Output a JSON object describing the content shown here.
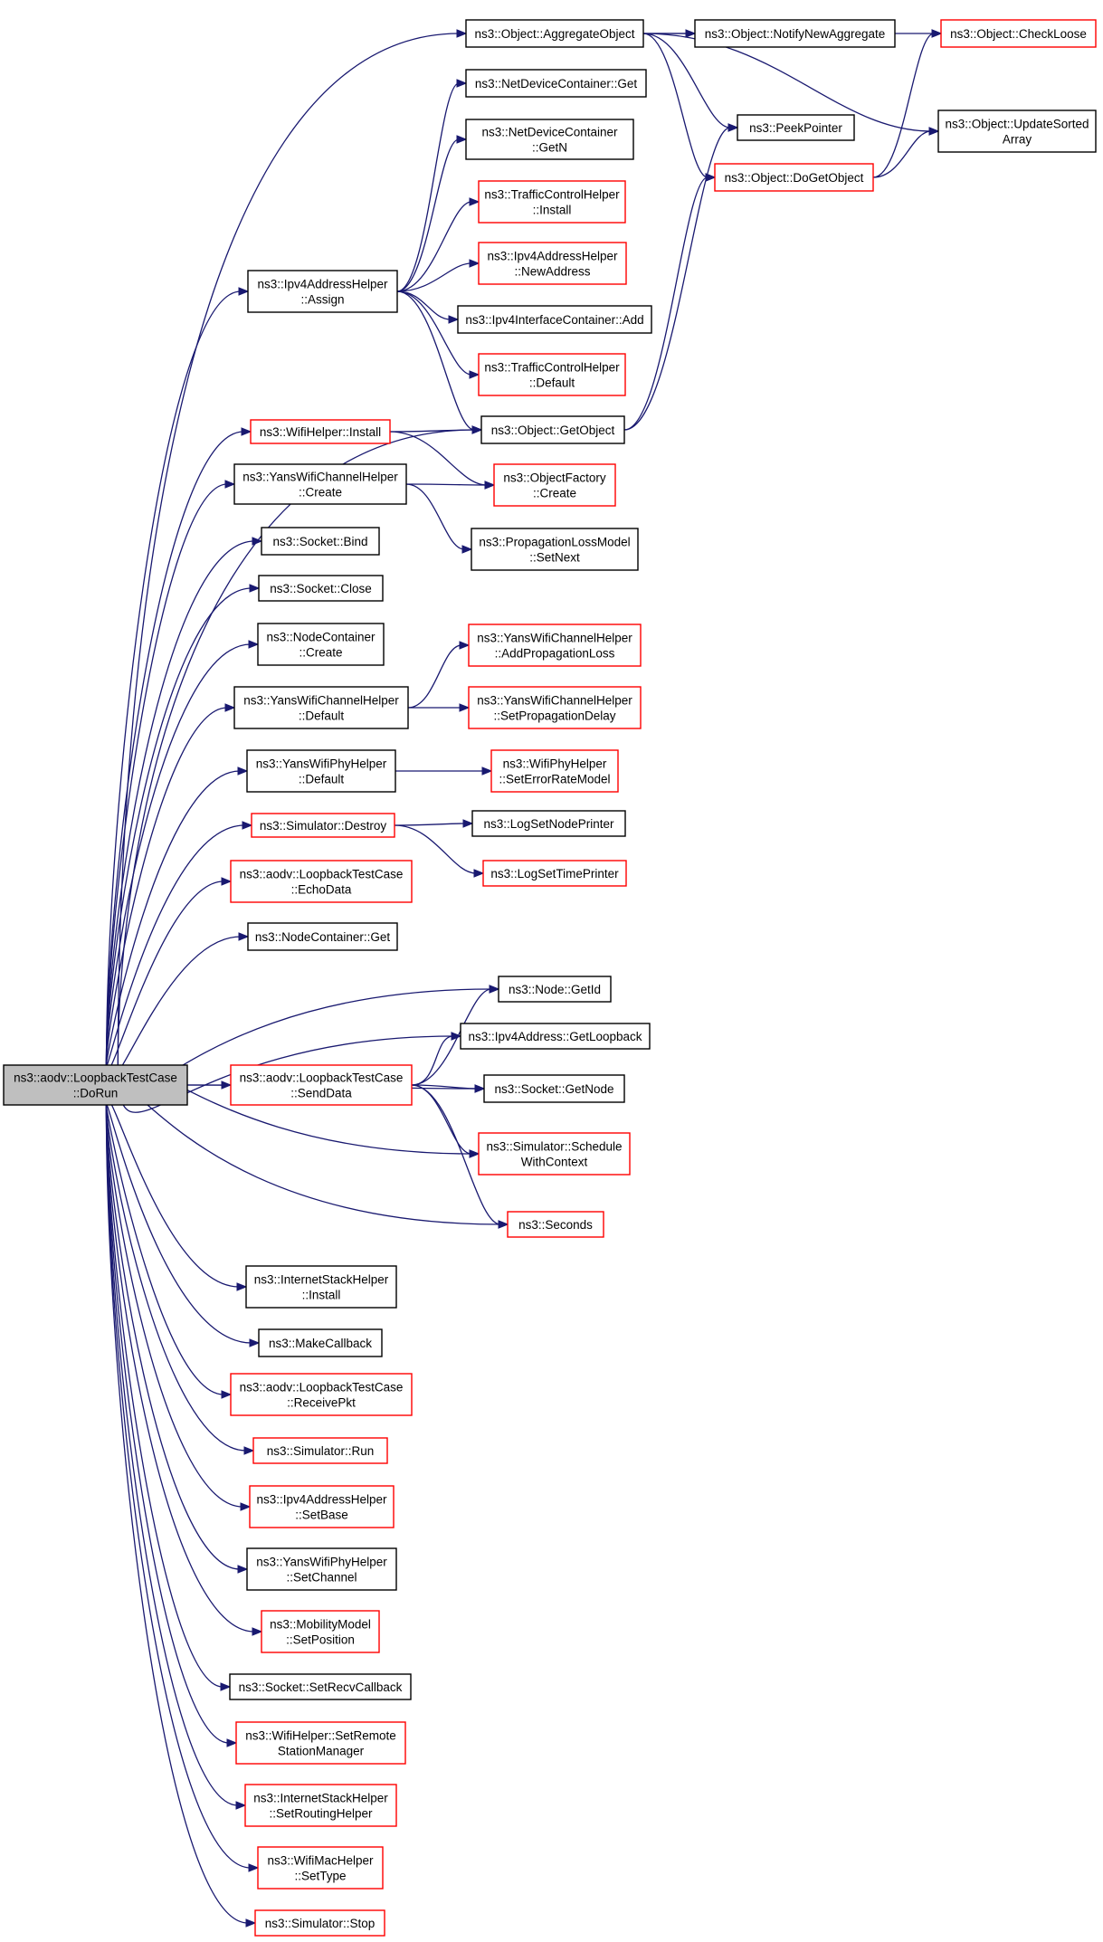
{
  "nodes": [
    {
      "id": "root",
      "lines": [
        "ns3::aodv::LoopbackTestCase",
        "::DoRun"
      ],
      "border": "root"
    },
    {
      "id": "aggregate",
      "lines": [
        "ns3::Object::AggregateObject"
      ],
      "border": "black"
    },
    {
      "id": "notify",
      "lines": [
        "ns3::Object::NotifyNewAggregate"
      ],
      "border": "black"
    },
    {
      "id": "checkloose",
      "lines": [
        "ns3::Object::CheckLoose"
      ],
      "border": "red"
    },
    {
      "id": "ndc_get",
      "lines": [
        "ns3::NetDeviceContainer::Get"
      ],
      "border": "black"
    },
    {
      "id": "peek",
      "lines": [
        "ns3::PeekPointer"
      ],
      "border": "black"
    },
    {
      "id": "updatesorted",
      "lines": [
        "ns3::Object::UpdateSorted",
        "Array"
      ],
      "border": "black"
    },
    {
      "id": "ndc_getn",
      "lines": [
        "ns3::NetDeviceContainer",
        "::GetN"
      ],
      "border": "black"
    },
    {
      "id": "dogetobject",
      "lines": [
        "ns3::Object::DoGetObject"
      ],
      "border": "red"
    },
    {
      "id": "tch_install",
      "lines": [
        "ns3::TrafficControlHelper",
        "::Install"
      ],
      "border": "red"
    },
    {
      "id": "assign",
      "lines": [
        "ns3::Ipv4AddressHelper",
        "::Assign"
      ],
      "border": "black"
    },
    {
      "id": "newaddress",
      "lines": [
        "ns3::Ipv4AddressHelper",
        "::NewAddress"
      ],
      "border": "red"
    },
    {
      "id": "ipv4ic_add",
      "lines": [
        "ns3::Ipv4InterfaceContainer::Add"
      ],
      "border": "black"
    },
    {
      "id": "tch_default",
      "lines": [
        "ns3::TrafficControlHelper",
        "::Default"
      ],
      "border": "red"
    },
    {
      "id": "wifi_install",
      "lines": [
        "ns3::WifiHelper::Install"
      ],
      "border": "red"
    },
    {
      "id": "getobject",
      "lines": [
        "ns3::Object::GetObject"
      ],
      "border": "black"
    },
    {
      "id": "ywch_create",
      "lines": [
        "ns3::YansWifiChannelHelper",
        "::Create"
      ],
      "border": "black"
    },
    {
      "id": "of_create",
      "lines": [
        "ns3::ObjectFactory",
        "::Create"
      ],
      "border": "red"
    },
    {
      "id": "sock_bind",
      "lines": [
        "ns3::Socket::Bind"
      ],
      "border": "black"
    },
    {
      "id": "plm_setnext",
      "lines": [
        "ns3::PropagationLossModel",
        "::SetNext"
      ],
      "border": "black"
    },
    {
      "id": "sock_close",
      "lines": [
        "ns3::Socket::Close"
      ],
      "border": "black"
    },
    {
      "id": "nc_create",
      "lines": [
        "ns3::NodeContainer",
        "::Create"
      ],
      "border": "black"
    },
    {
      "id": "ywch_addloss",
      "lines": [
        "ns3::YansWifiChannelHelper",
        "::AddPropagationLoss"
      ],
      "border": "red"
    },
    {
      "id": "ywch_default",
      "lines": [
        "ns3::YansWifiChannelHelper",
        "::Default"
      ],
      "border": "black"
    },
    {
      "id": "ywch_setdelay",
      "lines": [
        "ns3::YansWifiChannelHelper",
        "::SetPropagationDelay"
      ],
      "border": "red"
    },
    {
      "id": "ywph_default",
      "lines": [
        "ns3::YansWifiPhyHelper",
        "::Default"
      ],
      "border": "black"
    },
    {
      "id": "wph_seterr",
      "lines": [
        "ns3::WifiPhyHelper",
        "::SetErrorRateModel"
      ],
      "border": "red"
    },
    {
      "id": "sim_destroy",
      "lines": [
        "ns3::Simulator::Destroy"
      ],
      "border": "red"
    },
    {
      "id": "lognode",
      "lines": [
        "ns3::LogSetNodePrinter"
      ],
      "border": "black"
    },
    {
      "id": "logtime",
      "lines": [
        "ns3::LogSetTimePrinter"
      ],
      "border": "red"
    },
    {
      "id": "echodata",
      "lines": [
        "ns3::aodv::LoopbackTestCase",
        "::EchoData"
      ],
      "border": "red"
    },
    {
      "id": "nc_get",
      "lines": [
        "ns3::NodeContainer::Get"
      ],
      "border": "black"
    },
    {
      "id": "node_getid",
      "lines": [
        "ns3::Node::GetId"
      ],
      "border": "black"
    },
    {
      "id": "getloopback",
      "lines": [
        "ns3::Ipv4Address::GetLoopback"
      ],
      "border": "black"
    },
    {
      "id": "senddata",
      "lines": [
        "ns3::aodv::LoopbackTestCase",
        "::SendData"
      ],
      "border": "red"
    },
    {
      "id": "sock_getnode",
      "lines": [
        "ns3::Socket::GetNode"
      ],
      "border": "black"
    },
    {
      "id": "schedulewc",
      "lines": [
        "ns3::Simulator::Schedule",
        "WithContext"
      ],
      "border": "red"
    },
    {
      "id": "seconds",
      "lines": [
        "ns3::Seconds"
      ],
      "border": "red"
    },
    {
      "id": "ish_install",
      "lines": [
        "ns3::InternetStackHelper",
        "::Install"
      ],
      "border": "black"
    },
    {
      "id": "makecallback",
      "lines": [
        "ns3::MakeCallback"
      ],
      "border": "black"
    },
    {
      "id": "receivepkt",
      "lines": [
        "ns3::aodv::LoopbackTestCase",
        "::ReceivePkt"
      ],
      "border": "red"
    },
    {
      "id": "sim_run",
      "lines": [
        "ns3::Simulator::Run"
      ],
      "border": "red"
    },
    {
      "id": "ipv4ah_setbase",
      "lines": [
        "ns3::Ipv4AddressHelper",
        "::SetBase"
      ],
      "border": "red"
    },
    {
      "id": "ywph_setchannel",
      "lines": [
        "ns3::YansWifiPhyHelper",
        "::SetChannel"
      ],
      "border": "black"
    },
    {
      "id": "mm_setpos",
      "lines": [
        "ns3::MobilityModel",
        "::SetPosition"
      ],
      "border": "red"
    },
    {
      "id": "sock_setrecv",
      "lines": [
        "ns3::Socket::SetRecvCallback"
      ],
      "border": "black"
    },
    {
      "id": "wh_setremote",
      "lines": [
        "ns3::WifiHelper::SetRemote",
        "StationManager"
      ],
      "border": "red"
    },
    {
      "id": "ish_setrouting",
      "lines": [
        "ns3::InternetStackHelper",
        "::SetRoutingHelper"
      ],
      "border": "red"
    },
    {
      "id": "wmh_settype",
      "lines": [
        "ns3::WifiMacHelper",
        "::SetType"
      ],
      "border": "red"
    },
    {
      "id": "sim_stop",
      "lines": [
        "ns3::Simulator::Stop"
      ],
      "border": "red"
    }
  ],
  "edges": [
    [
      "root",
      "aggregate"
    ],
    [
      "root",
      "assign"
    ],
    [
      "root",
      "getobject"
    ],
    [
      "root",
      "wifi_install"
    ],
    [
      "root",
      "ywch_create"
    ],
    [
      "root",
      "sock_bind"
    ],
    [
      "root",
      "sock_close"
    ],
    [
      "root",
      "nc_create"
    ],
    [
      "root",
      "ywch_default"
    ],
    [
      "root",
      "ywph_default"
    ],
    [
      "root",
      "sim_destroy"
    ],
    [
      "root",
      "echodata"
    ],
    [
      "root",
      "nc_get"
    ],
    [
      "root",
      "node_getid"
    ],
    [
      "root",
      "getloopback"
    ],
    [
      "root",
      "senddata"
    ],
    [
      "root",
      "sock_getnode"
    ],
    [
      "root",
      "schedulewc"
    ],
    [
      "root",
      "seconds"
    ],
    [
      "root",
      "ish_install"
    ],
    [
      "root",
      "makecallback"
    ],
    [
      "root",
      "receivepkt"
    ],
    [
      "root",
      "sim_run"
    ],
    [
      "root",
      "ipv4ah_setbase"
    ],
    [
      "root",
      "ywph_setchannel"
    ],
    [
      "root",
      "mm_setpos"
    ],
    [
      "root",
      "sock_setrecv"
    ],
    [
      "root",
      "wh_setremote"
    ],
    [
      "root",
      "ish_setrouting"
    ],
    [
      "root",
      "wmh_settype"
    ],
    [
      "root",
      "sim_stop"
    ],
    [
      "aggregate",
      "notify"
    ],
    [
      "aggregate",
      "checkloose"
    ],
    [
      "aggregate",
      "peek"
    ],
    [
      "aggregate",
      "updatesorted"
    ],
    [
      "aggregate",
      "dogetobject"
    ],
    [
      "dogetobject",
      "checkloose"
    ],
    [
      "dogetobject",
      "updatesorted"
    ],
    [
      "assign",
      "ndc_get"
    ],
    [
      "assign",
      "ndc_getn"
    ],
    [
      "assign",
      "tch_install"
    ],
    [
      "assign",
      "newaddress"
    ],
    [
      "assign",
      "ipv4ic_add"
    ],
    [
      "assign",
      "tch_default"
    ],
    [
      "assign",
      "getobject"
    ],
    [
      "getobject",
      "peek"
    ],
    [
      "getobject",
      "dogetobject"
    ],
    [
      "wifi_install",
      "getobject"
    ],
    [
      "wifi_install",
      "of_create"
    ],
    [
      "ywch_create",
      "of_create"
    ],
    [
      "ywch_create",
      "plm_setnext"
    ],
    [
      "ywch_default",
      "ywch_addloss"
    ],
    [
      "ywch_default",
      "ywch_setdelay"
    ],
    [
      "ywph_default",
      "wph_seterr"
    ],
    [
      "sim_destroy",
      "lognode"
    ],
    [
      "sim_destroy",
      "logtime"
    ],
    [
      "senddata",
      "node_getid"
    ],
    [
      "senddata",
      "getloopback"
    ],
    [
      "senddata",
      "sock_getnode"
    ],
    [
      "senddata",
      "schedulewc"
    ],
    [
      "senddata",
      "seconds"
    ]
  ]
}
